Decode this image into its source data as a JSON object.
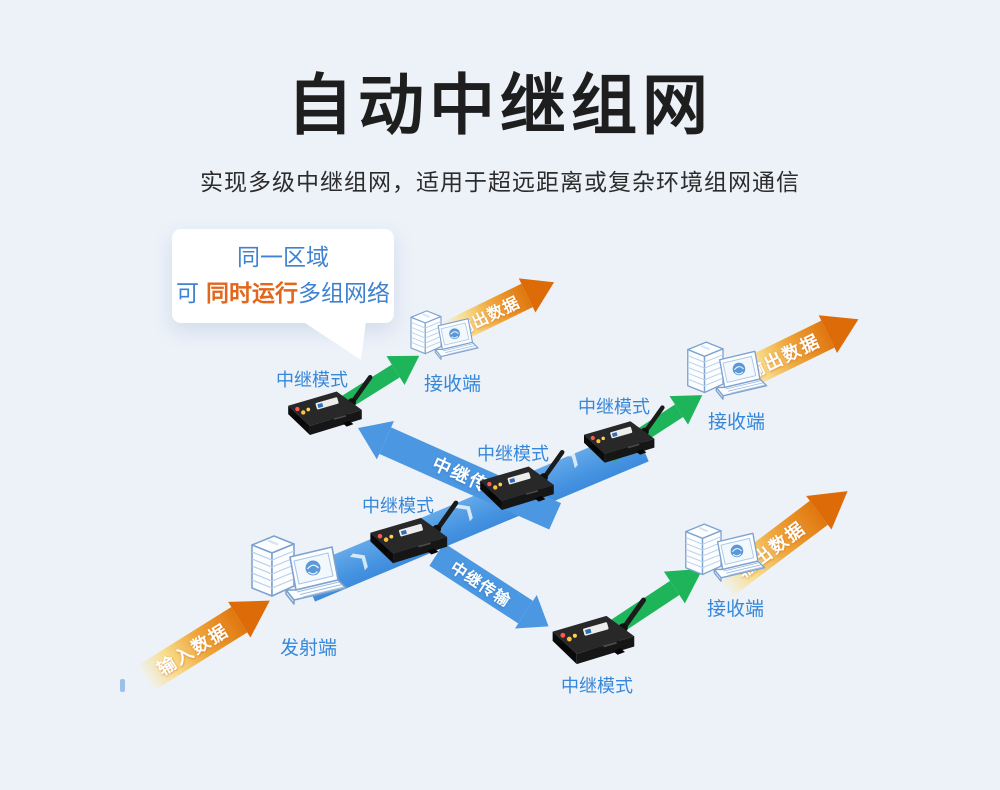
{
  "page": {
    "title": "自动中继组网",
    "subtitle": "实现多级中继组网，适用于超远距离或复杂环境组网通信"
  },
  "bubble": {
    "line1": "同一区域",
    "line2_prefix": "可",
    "line2_highlight": "同时运行",
    "line2_suffix": "多组网络"
  },
  "labels": {
    "relay_mode": "中继模式",
    "receiver": "接收端",
    "transmitter": "发射端",
    "relay_transfer": "中继传输",
    "output_data": "输出数据",
    "input_data": "输入数据"
  },
  "icons": {
    "relay_device": "relay-device-icon",
    "server_laptop": "server-laptop-icon",
    "speech_bubble_tail": "speech-bubble-tail",
    "band_chevron": "chevron-icon"
  },
  "colors": {
    "background": "#edf2f9",
    "title_text": "#1e1e1e",
    "label_blue": "#3787d9",
    "highlight_orange": "#e2661c",
    "green_arrow": "#1db45a",
    "blue_arrow": "#4b97e2",
    "blue_band": "#4492e0",
    "orange_arrow_head": "#dd6b08"
  }
}
